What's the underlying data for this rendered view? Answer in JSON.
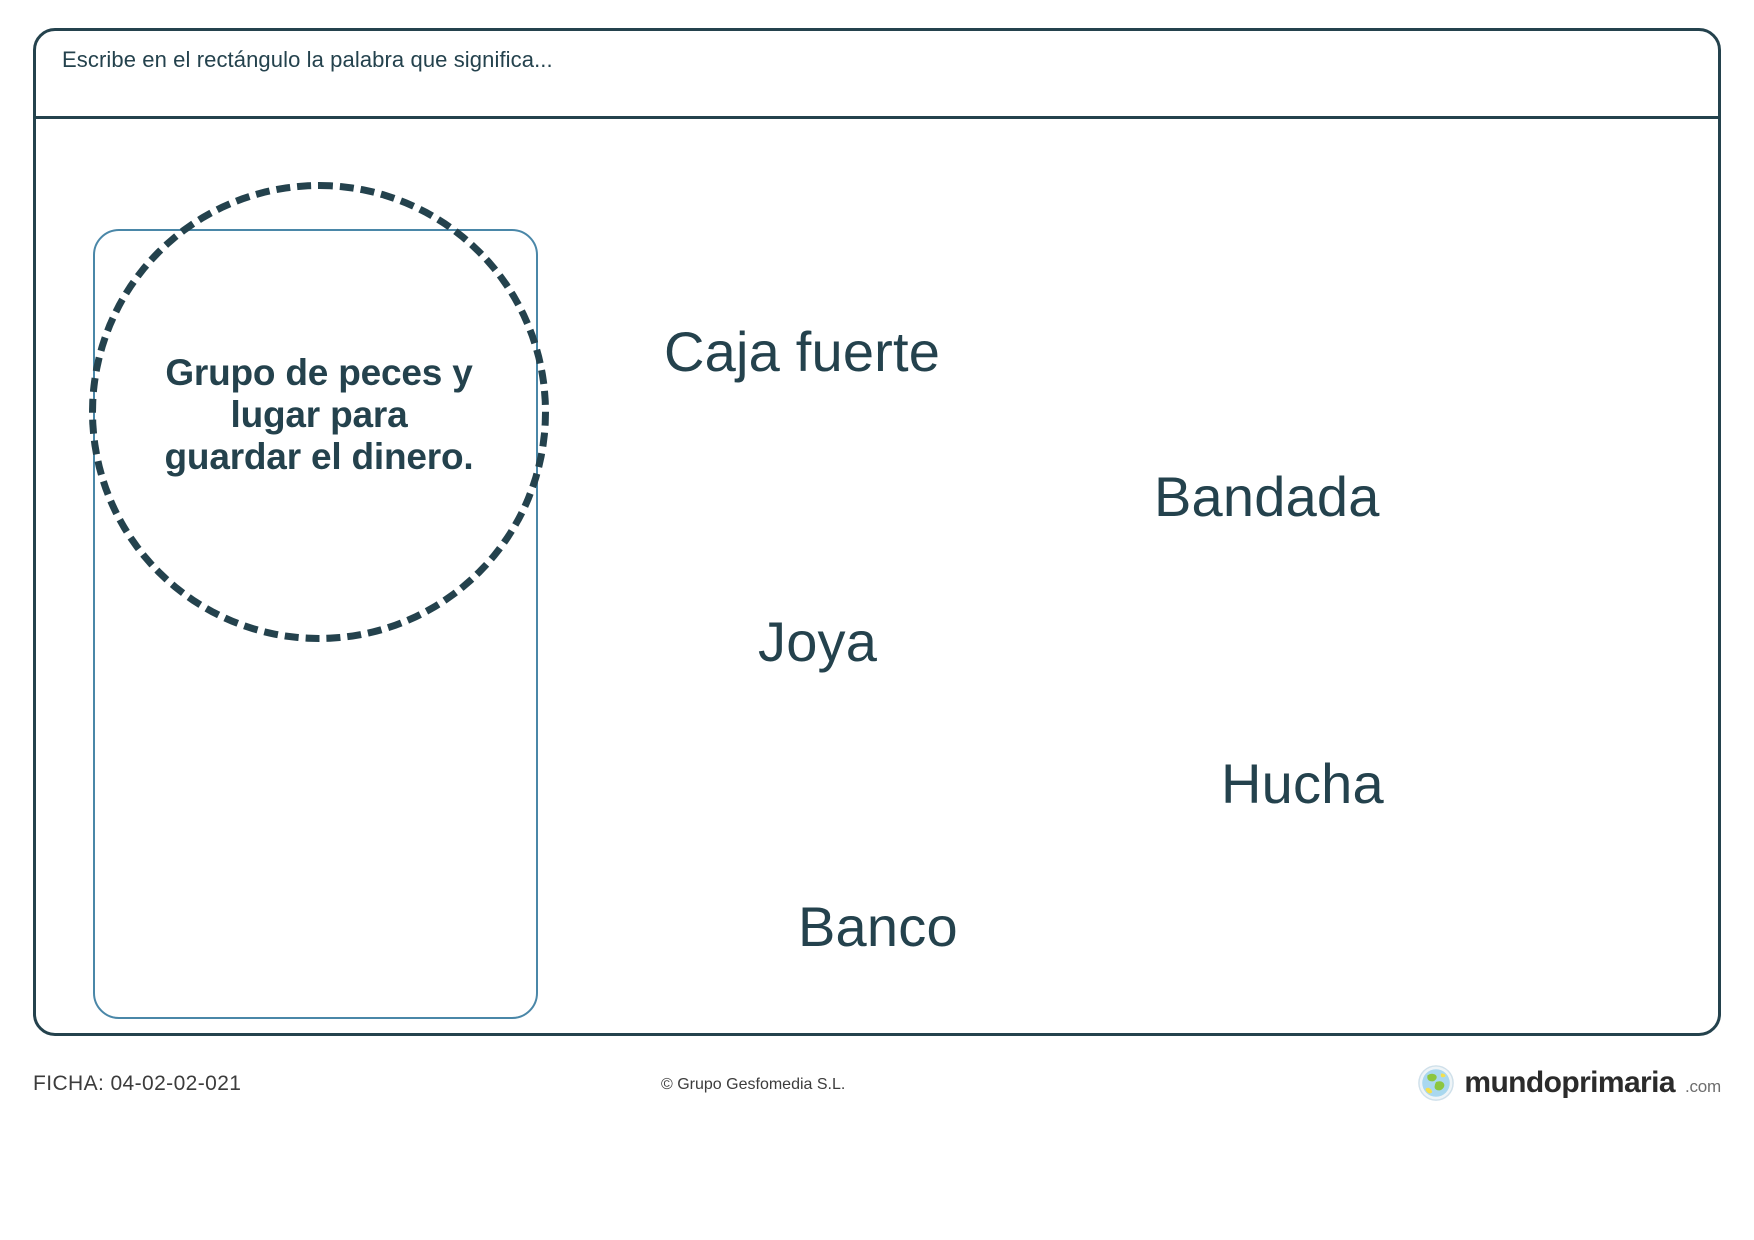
{
  "header": {
    "instruction": "Escribe en el rectángulo la palabra que significa..."
  },
  "exercise": {
    "definition": "Grupo de peces y lugar para guardar el dinero.",
    "answer_box_value": "",
    "options": [
      "Caja fuerte",
      "Bandada",
      "Joya",
      "Hucha",
      "Banco"
    ]
  },
  "footer": {
    "ficha": "FICHA: 04-02-02-021",
    "copyright": "© Grupo Gesfomedia S.L.",
    "brand_name": "mundoprimaria",
    "brand_tld": ".com",
    "globe_icon": "globe-icon"
  },
  "colors": {
    "ink": "#24424d",
    "answer_box_stroke": "#4a87a8",
    "frame_stroke": "#24424d",
    "globe_ocean": "#a9d8ef",
    "globe_land": "#8cc63f"
  }
}
